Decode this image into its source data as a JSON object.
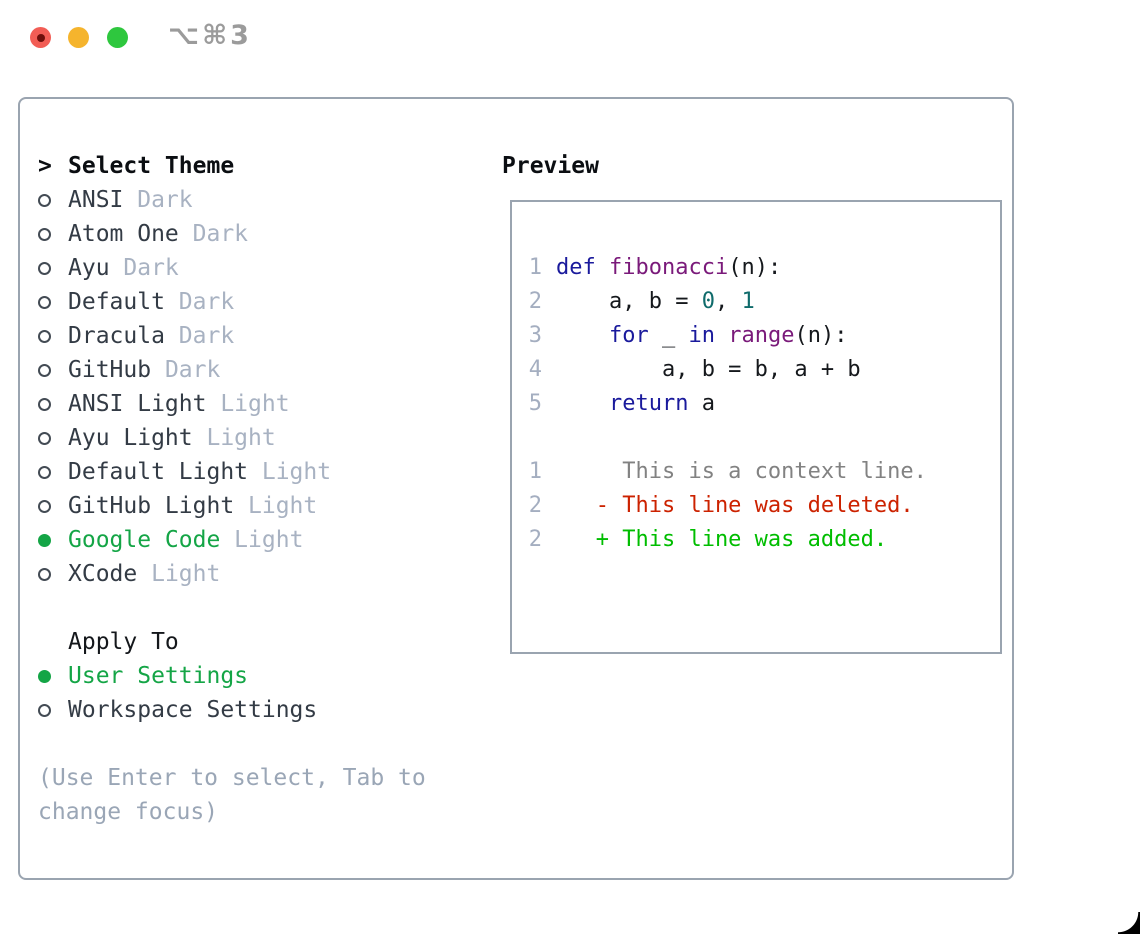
{
  "window": {
    "shortcut_label": "⌥⌘3",
    "traffic_lights": [
      "close",
      "minimize",
      "zoom"
    ]
  },
  "theme_picker": {
    "header_marker": ">",
    "header": "Select Theme",
    "items": [
      {
        "name": "ANSI",
        "variant": "Dark",
        "selected": false
      },
      {
        "name": "Atom One",
        "variant": "Dark",
        "selected": false
      },
      {
        "name": "Ayu",
        "variant": "Dark",
        "selected": false
      },
      {
        "name": "Default",
        "variant": "Dark",
        "selected": false
      },
      {
        "name": "Dracula",
        "variant": "Dark",
        "selected": false
      },
      {
        "name": "GitHub",
        "variant": "Dark",
        "selected": false
      },
      {
        "name": "ANSI Light",
        "variant": "Light",
        "selected": false
      },
      {
        "name": "Ayu Light",
        "variant": "Light",
        "selected": false
      },
      {
        "name": "Default Light",
        "variant": "Light",
        "selected": false
      },
      {
        "name": "GitHub Light",
        "variant": "Light",
        "selected": false
      },
      {
        "name": "Google Code",
        "variant": "Light",
        "selected": true
      },
      {
        "name": "XCode",
        "variant": "Light",
        "selected": false
      }
    ],
    "apply_to": {
      "header": "Apply To",
      "options": [
        {
          "label": "User Settings",
          "selected": true
        },
        {
          "label": "Workspace Settings",
          "selected": false
        }
      ]
    },
    "hint": "(Use Enter to select, Tab to change focus)"
  },
  "preview": {
    "title": "Preview",
    "code_lines": [
      {
        "num": "1",
        "segments": [
          {
            "t": "def",
            "c": "kw"
          },
          {
            "t": " ",
            "c": "pl"
          },
          {
            "t": "fibonacci",
            "c": "fn"
          },
          {
            "t": "(n):",
            "c": "pl"
          }
        ]
      },
      {
        "num": "2",
        "segments": [
          {
            "t": "    a, b = ",
            "c": "pl"
          },
          {
            "t": "0",
            "c": "lit"
          },
          {
            "t": ", ",
            "c": "pl"
          },
          {
            "t": "1",
            "c": "lit"
          }
        ]
      },
      {
        "num": "3",
        "segments": [
          {
            "t": "    ",
            "c": "pl"
          },
          {
            "t": "for",
            "c": "kw"
          },
          {
            "t": " _ ",
            "c": "pl"
          },
          {
            "t": "in",
            "c": "kw"
          },
          {
            "t": " ",
            "c": "pl"
          },
          {
            "t": "range",
            "c": "fn"
          },
          {
            "t": "(n):",
            "c": "pl"
          }
        ]
      },
      {
        "num": "4",
        "segments": [
          {
            "t": "        a, b = b, a + b",
            "c": "pl"
          }
        ]
      },
      {
        "num": "5",
        "segments": [
          {
            "t": "    ",
            "c": "pl"
          },
          {
            "t": "return",
            "c": "kw"
          },
          {
            "t": " a",
            "c": "pl"
          }
        ]
      },
      {
        "num": "",
        "segments": []
      },
      {
        "num": "1",
        "segments": [
          {
            "t": "     This is a context line.",
            "c": "ctx"
          }
        ]
      },
      {
        "num": "2",
        "segments": [
          {
            "t": "   - This line was deleted.",
            "c": "del"
          }
        ]
      },
      {
        "num": "2",
        "segments": [
          {
            "t": "   + This line was added.",
            "c": "add"
          }
        ]
      }
    ]
  },
  "colors": {
    "accent_green": "#14a546",
    "panel_border": "#9aa4b0",
    "muted_variant_text": "#a8b2c2",
    "hint_text": "#9aa6b6",
    "syntax_keyword": "#1a1a9c",
    "syntax_function": "#7a1a7a",
    "syntax_literal": "#0f6b6b",
    "line_number": "#a4aec0",
    "diff_context": "#828282",
    "diff_deleted": "#cc2200",
    "diff_added": "#00bd00",
    "traffic_red": "#f25d55",
    "traffic_yellow": "#f5b42d",
    "traffic_green": "#2ec73e"
  }
}
